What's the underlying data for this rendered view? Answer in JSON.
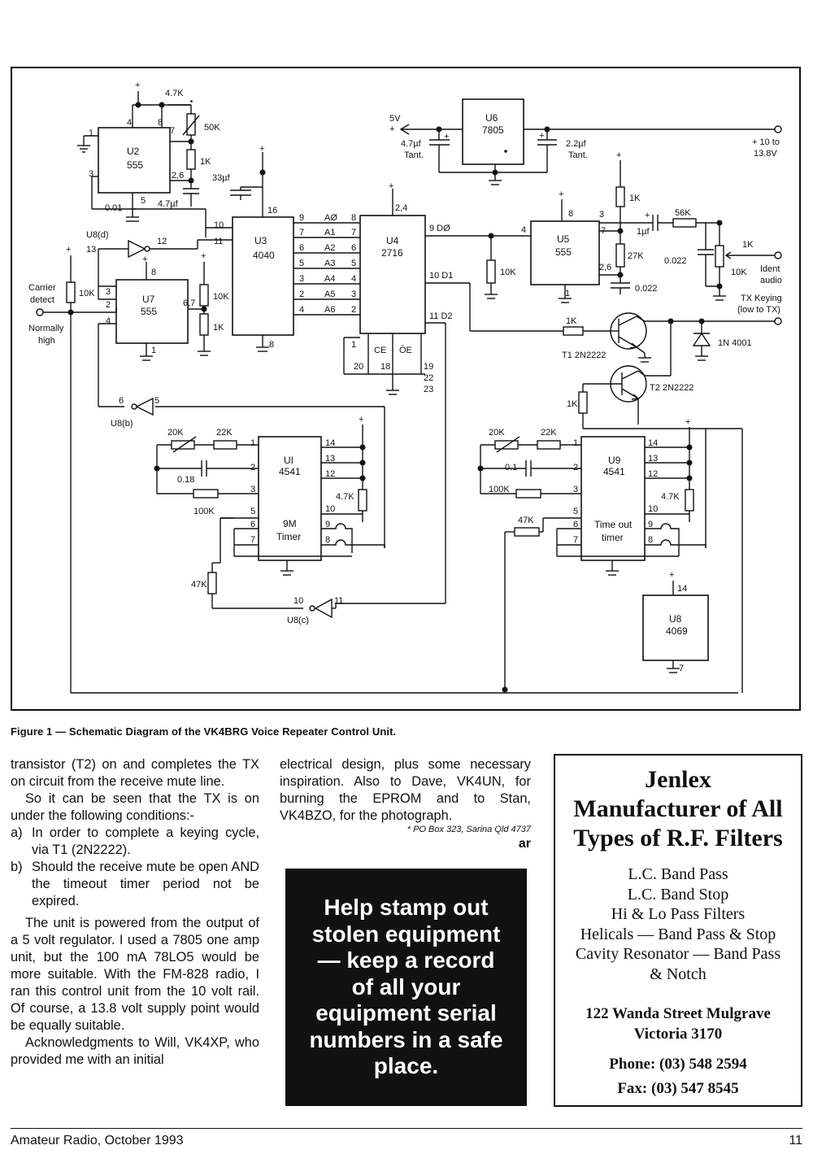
{
  "schematic": {
    "ics": {
      "u2": {
        "ref": "U2",
        "part": "555"
      },
      "u3": {
        "ref": "U3",
        "part": "4040"
      },
      "u4": {
        "ref": "U4",
        "part": "2716"
      },
      "u5": {
        "ref": "U5",
        "part": "555"
      },
      "u6": {
        "ref": "U6",
        "part": "7805"
      },
      "u7": {
        "ref": "U7",
        "part": "555"
      },
      "u1": {
        "ref": "UI",
        "part": "4541",
        "sub1": "9M",
        "sub2": "Timer"
      },
      "u9": {
        "ref": "U9",
        "part": "4541",
        "sub1": "Time out",
        "sub2": "timer"
      },
      "u8": {
        "ref": "U8",
        "part": "4069"
      }
    },
    "labels": {
      "r_4k7_top": "4.7K",
      "r_50k": "50K",
      "r_1k_u2": "1K",
      "c_0_01": "0.01",
      "c_4u7_u2": "4.7µf",
      "c_33uf": "33µf",
      "v5": "5V",
      "c_4u7_tant": "4.7µf",
      "tant1": "Tant.",
      "c_2u2": "2.2µf",
      "tant2": "Tant.",
      "v10": "+ 10 to",
      "v13": "13.8V",
      "r_1k_u5": "1K",
      "c_1uf": "1µf",
      "r_56k": "56K",
      "r_27k": "27K",
      "c_0_022a": "0.022",
      "c_0_022b": "0.022",
      "r_10k_u5": "10K",
      "r_1k_ident": "1K",
      "r_10k_ident": "10K",
      "ident1": "Ident",
      "ident2": "audio",
      "txk1": "TX Keying",
      "txk2": "(low to TX)",
      "t1_r": "1K",
      "t1": "T1 2N2222",
      "d1": "1N 4001",
      "t2": "T2 2N2222",
      "t2_r": "1K",
      "u8d": "U8(d)",
      "u8b": "U8(b)",
      "u8c": "U8(c)",
      "carrier1": "Carrier",
      "carrier2": "detect",
      "normally1": "Normally",
      "normally2": "high",
      "r_10k_cd": "10K",
      "r_10k_u7": "10K",
      "r_1k_u7": "1K",
      "u1_20k": "20K",
      "u1_22k": "22K",
      "u1_018": "0.18",
      "u1_100k": "100K",
      "u1_4k7": "4.7K",
      "u1_47k": "47K",
      "u9_20k": "20K",
      "u9_22k": "22K",
      "u9_01": "0.1",
      "u9_100k": "100K",
      "u9_4k7": "4.7K",
      "u9_47k": "47K",
      "a0": "AØ",
      "a1": "A1",
      "a2": "A2",
      "a3": "A3",
      "a4": "A4",
      "a5": "A5",
      "a6": "A6",
      "d0": "9 DØ",
      "d1_pin": "10 D1",
      "d2_pin": "11 D2",
      "ce": "CE",
      "oe": "ŌE",
      "plus": "+"
    }
  },
  "caption": "Figure 1 — Schematic Diagram of the VK4BRG Voice Repeater Control Unit.",
  "article": {
    "col1_p1": "transistor (T2) on and completes the TX on circuit from the receive mute line.",
    "col1_p2": "So it can be seen that the TX is on under the following conditions:-",
    "item_a_label": "a)",
    "item_a": "In order to complete a keying cycle, via T1 (2N2222).",
    "item_b_label": "b)",
    "item_b": "Should the receive mute be open AND the timeout timer period not be expired.",
    "col1_p3": "The unit is powered from the output of a 5 volt regulator. I used a 7805 one amp unit, but the 100 mA 78LO5 would be more suitable. With the FM-828 radio, I ran this control unit from the 10 volt rail. Of course, a 13.8 volt supply point would be equally suitable.",
    "col1_p4": "Acknowledgments to Will, VK4XP, who provided me with an initial",
    "col2_p1": "electrical design, plus some necessary inspiration. Also to Dave, VK4UN, for burning the EPROM and to Stan, VK4BZO, for the photograph.",
    "address": "* PO Box 323, Sarina Qld 4737",
    "sign_off": "ar"
  },
  "promo": {
    "line1": "Help stamp out",
    "line2": "stolen equipment",
    "line3": "— keep a record",
    "line4": "of all your",
    "line5": "equipment serial",
    "line6": "numbers in a safe",
    "line7": "place."
  },
  "ad": {
    "title1": "Jenlex",
    "title2": "Manufacturer of All",
    "title3": "Types of R.F. Filters",
    "items": [
      "L.C. Band Pass",
      "L.C. Band Stop",
      "Hi & Lo Pass Filters",
      "Helicals — Band Pass & Stop",
      "Cavity Resonator — Band Pass",
      "& Notch"
    ],
    "address1": "122 Wanda Street Mulgrave",
    "address2": "Victoria 3170",
    "phone": "Phone: (03) 548 2594",
    "fax": "Fax: (03) 547 8545"
  },
  "footer": {
    "publication": "Amateur Radio, October 1993",
    "page": "11"
  }
}
